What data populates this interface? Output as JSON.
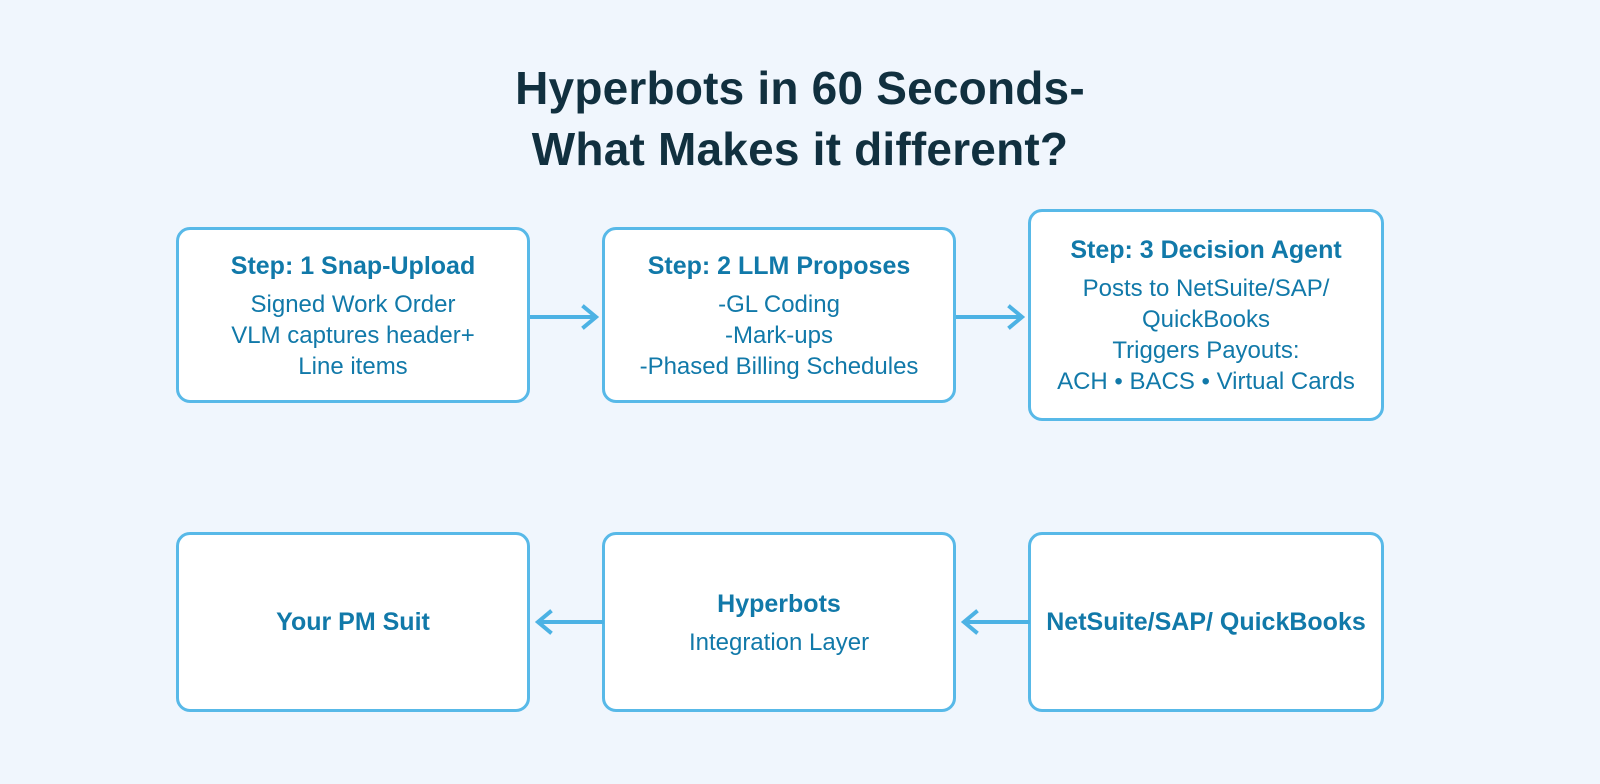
{
  "page": {
    "background_color": "#f0f6fd",
    "title": "Hyperbots in 60 Seconds-\nWhat Makes it different?",
    "title_color": "#11303f",
    "accent_border_color": "#58b9e8",
    "accent_text_color": "#1179a9",
    "arrow_color": "#4cb2e4"
  },
  "flow": {
    "top_row": [
      {
        "id": "step1",
        "title": "Step: 1 Snap-Upload",
        "body": "Signed Work Order\nVLM captures header+\nLine items"
      },
      {
        "id": "step2",
        "title": "Step: 2 LLM Proposes",
        "body": "-GL Coding\n-Mark-ups\n-Phased Billing Schedules"
      },
      {
        "id": "step3",
        "title": "Step: 3 Decision Agent",
        "body": "Posts to NetSuite/SAP/\nQuickBooks\nTriggers Payouts:\nACH • BACS • Virtual Cards"
      }
    ],
    "bottom_row": [
      {
        "id": "pm-suit",
        "title": "Your PM Suit",
        "body": ""
      },
      {
        "id": "hyperbots",
        "title": "Hyperbots",
        "body": "Integration Layer"
      },
      {
        "id": "erp",
        "title": "NetSuite/SAP/\nQuickBooks",
        "body": ""
      }
    ],
    "arrows": [
      {
        "id": "arrow-step1-to-step2",
        "direction": "right"
      },
      {
        "id": "arrow-step2-to-step3",
        "direction": "right"
      },
      {
        "id": "arrow-hyperbots-to-pm",
        "direction": "left"
      },
      {
        "id": "arrow-erp-to-hyperbots",
        "direction": "left"
      }
    ]
  }
}
